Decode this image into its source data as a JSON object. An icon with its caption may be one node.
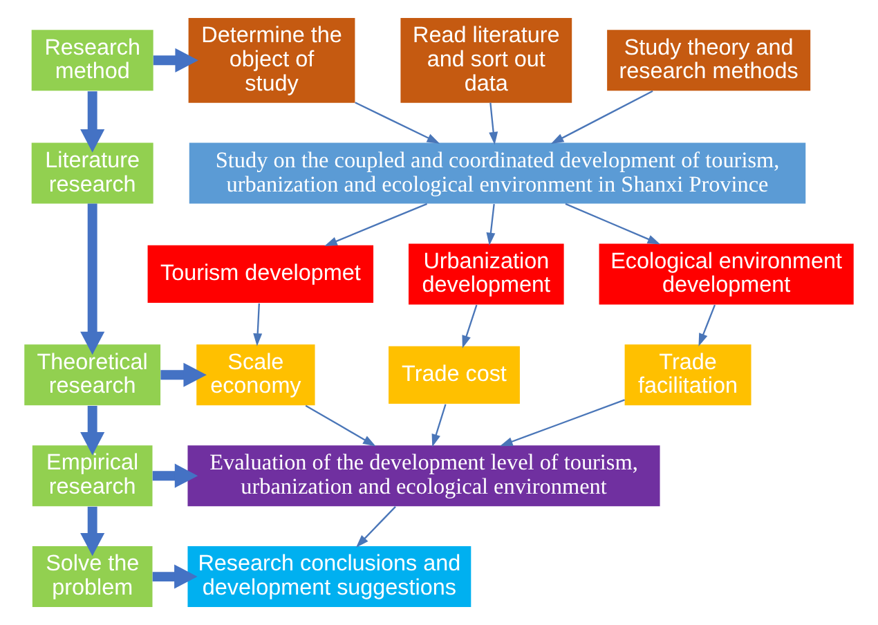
{
  "diagram": {
    "nodes": [
      {
        "text": [
          "Research method"
        ]
      },
      {
        "text": [
          "Literature research"
        ]
      },
      {
        "text": [
          "Theoretical research"
        ]
      },
      {
        "text": [
          "Empirical research"
        ]
      },
      {
        "text": [
          "Solve the problem"
        ]
      },
      {
        "text": [
          "Determine the object of study"
        ]
      },
      {
        "text": [
          "Read literature and sort out data"
        ]
      },
      {
        "text": [
          "Study theory and research methods"
        ]
      },
      {
        "text": [
          "Study on the coupled and coordinated development of tourism, urbanization and ecological environment in Shanxi Province"
        ]
      },
      {
        "text": [
          "Tourism developmet"
        ]
      },
      {
        "text": [
          "Urbanization development"
        ]
      },
      {
        "text": [
          "Ecological environment development"
        ]
      },
      {
        "text": [
          "Scale economy"
        ]
      },
      {
        "text": [
          "Trade cost"
        ]
      },
      {
        "text": [
          "Trade facilitation"
        ]
      },
      {
        "text": [
          "Evaluation of the development level of tourism, urbanization and ecological environment"
        ]
      },
      {
        "text": [
          "Research conclusions and development suggestions"
        ]
      }
    ],
    "edges": [
      {
        "from": 0,
        "to": 5,
        "arrow": "to",
        "style": "thick",
        "color": "#4472c4"
      },
      {
        "from": 0,
        "to": 1,
        "arrow": "to",
        "style": "thick",
        "color": "#4472c4"
      },
      {
        "from": 5,
        "to": 8,
        "arrow": "to"
      },
      {
        "from": 6,
        "to": 8,
        "arrow": "to"
      },
      {
        "from": 7,
        "to": 8,
        "arrow": "to"
      },
      {
        "from": 1,
        "to": 2,
        "arrow": "to",
        "style": "thick",
        "color": "#4472c4"
      },
      {
        "from": 8,
        "to": 9,
        "arrow": "to"
      },
      {
        "from": 8,
        "to": 10,
        "arrow": "to"
      },
      {
        "from": 8,
        "to": 11,
        "arrow": "to"
      },
      {
        "from": 2,
        "to": 12,
        "arrow": "to",
        "style": "thick",
        "color": "#4472c4"
      },
      {
        "from": 9,
        "to": 12,
        "arrow": "to"
      },
      {
        "from": 10,
        "to": 13,
        "arrow": "to"
      },
      {
        "from": 11,
        "to": 14,
        "arrow": "to"
      },
      {
        "from": 2,
        "to": 3,
        "arrow": "to",
        "style": "thick",
        "color": "#4472c4"
      },
      {
        "from": 12,
        "to": 15,
        "arrow": "to"
      },
      {
        "from": 13,
        "to": 15,
        "arrow": "to"
      },
      {
        "from": 14,
        "to": 15,
        "arrow": "to"
      },
      {
        "from": 3,
        "to": 15,
        "arrow": "to",
        "style": "thick",
        "color": "#4472c4"
      },
      {
        "from": 3,
        "to": 4,
        "arrow": "to",
        "style": "thick",
        "color": "#4472c4"
      },
      {
        "from": 15,
        "to": 16,
        "arrow": "to"
      },
      {
        "from": 4,
        "to": 16,
        "arrow": "to",
        "style": "thick",
        "color": "#4472c4"
      }
    ]
  }
}
